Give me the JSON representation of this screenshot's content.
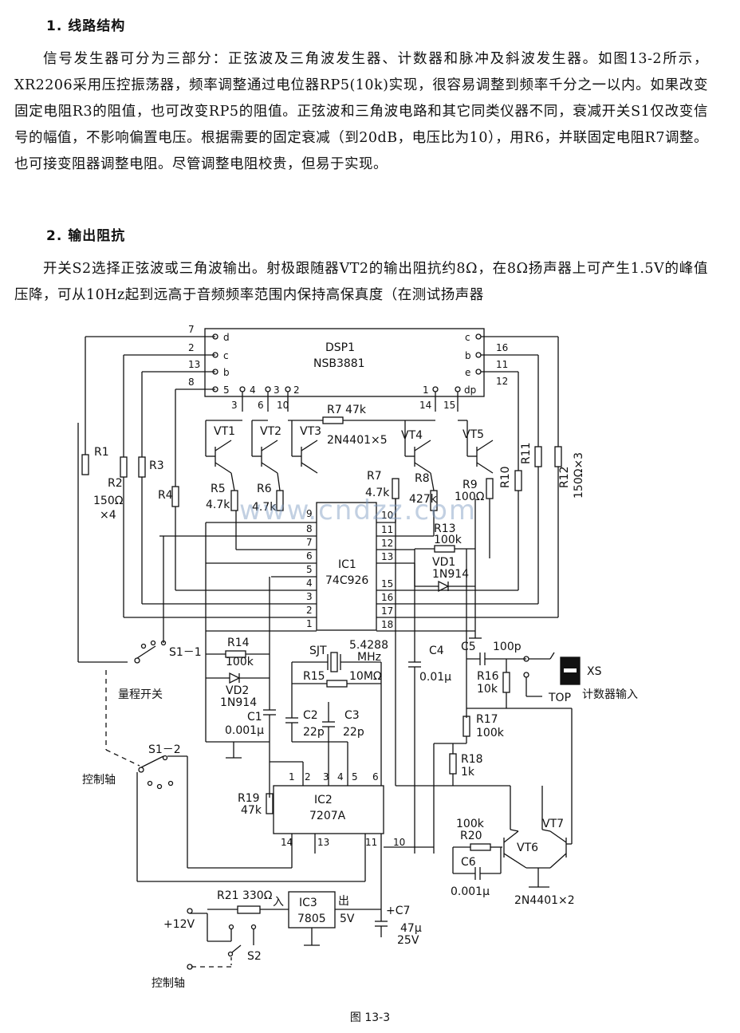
{
  "section1": {
    "heading": "1. 线路结构",
    "paragraph": "信号发生器可分为三部分：正弦波及三角波发生器、计数器和脉冲及斜波发生器。如图13-2所示，XR2206采用压控振荡器，频率调整通过电位器RP5(10k)实现，很容易调整到频率千分之一以内。如果改变固定电阻R3的阻值，也可改变RP5的阻值。正弦波和三角波电路和其它同类仪器不同，衰减开关S1仅改变信号的幅值，不影响偏置电压。根据需要的固定衰减（到20dB，电压比为10），用R6，并联固定电阻R7调整。也可接变阻器调整电阻。尽管调整电阻校贵，但易于实现。"
  },
  "section2": {
    "heading": "2. 输出阻抗",
    "paragraph": "开关S2选择正弦波或三角波输出。射极跟随器VT2的输出阻抗约8Ω，在8Ω扬声器上可产生1.5V的峰值压降，可从10Hz起到远高于音频频率范围内保持高保真度（在测试扬声器"
  },
  "figure": {
    "caption": "图 13-3",
    "watermark": "www.cndzz.com",
    "dsp": {
      "name": "DSP1",
      "part": "NSB3881"
    },
    "ic1": {
      "name": "IC1",
      "part": "74C926"
    },
    "ic2": {
      "name": "IC2",
      "part": "7207A"
    },
    "ic3": {
      "name": "IC3",
      "part": "7805",
      "in_label": "入",
      "out_label": "出",
      "out_voltage": "5V"
    },
    "transistors_top": [
      "VT1",
      "VT2",
      "VT3",
      "VT4",
      "VT5"
    ],
    "transistor_note_top": "2N4401×5",
    "transistors_bottom": [
      "VT6",
      "VT7"
    ],
    "transistor_note_bottom": "2N4401×2",
    "resistors": {
      "R1": "R1",
      "R2": "R2",
      "R2_value": "150Ω",
      "R2_count": "×4",
      "R3": "R3",
      "R4": "R4",
      "R5": "R5",
      "R5_value": "4.7k",
      "R6": "R6",
      "R6_value": "4.7k",
      "R7_top": "R7 47k",
      "R7": "R7",
      "R7_value": "4.7k",
      "R8": "R8",
      "R8_value": "427k",
      "R9": "R9",
      "R9_value": "100Ω",
      "R10": "R10",
      "R11": "R11",
      "R12": "R12",
      "R12_value": "150Ω×3",
      "R13": "R13",
      "R13_value": "100k",
      "R14": "R14",
      "R14_value": "100k",
      "R15": "R15",
      "R15_value": "10MΩ",
      "R16": "R16",
      "R16_value": "10k",
      "R17": "R17",
      "R17_value": "100k",
      "R18": "R18",
      "R18_value": "1k",
      "R19": "R19",
      "R19_value": "47k",
      "R20": "R20",
      "R20_value": "100k",
      "R21": "R21 330Ω"
    },
    "capacitors": {
      "C1": "C1",
      "C1_value": "0.001μ",
      "C2": "C2",
      "C2_value": "22p",
      "C3": "C3",
      "C3_value": "22p",
      "C4": "C4",
      "C4_value": "0.01μ",
      "C5": "C5",
      "C5_value": "100p",
      "C6": "C6",
      "C6_value": "0.001μ",
      "C7": "+C7",
      "C7_value": "47μ",
      "C7_voltage": "25V"
    },
    "diodes": {
      "VD1": "VD1",
      "VD1_part": "1N914",
      "VD2": "VD2",
      "VD2_part": "1N914"
    },
    "crystal": {
      "name": "SJT",
      "freq": "5.4288",
      "unit": "MHz"
    },
    "switches": {
      "S1_1": "S1－1",
      "S1_2": "S1－2",
      "S2": "S2",
      "range_switch": "量程开关",
      "control_shaft_1": "控制轴",
      "control_shaft_2": "控制轴"
    },
    "connector": {
      "name": "XS",
      "label": "计数器输入",
      "top_label": "TOP"
    },
    "supply": {
      "voltage": "+12V"
    },
    "dsp_pins_left": [
      "7",
      "2",
      "13",
      "8"
    ],
    "dsp_segs_left": [
      "d",
      "c",
      "b",
      "5"
    ],
    "dsp_top_pins": [
      "4",
      "3",
      "2",
      "1",
      "dp"
    ],
    "dsp_pins_right": [
      "16",
      "11",
      "12"
    ],
    "dsp_segs_right": [
      "c",
      "b",
      "e"
    ],
    "dsp_lower_pins": [
      "3",
      "6",
      "10",
      "14",
      "15"
    ],
    "ic1_left_pins": [
      "9",
      "8",
      "7",
      "6",
      "5",
      "4",
      "3",
      "2",
      "1"
    ],
    "ic1_right_pins": [
      "10",
      "11",
      "12",
      "13",
      "15",
      "16",
      "17",
      "18"
    ],
    "ic2_top_pins": [
      "1",
      "2",
      "3",
      "4",
      "5",
      "6"
    ],
    "ic2_bottom_pins": [
      "14",
      "13",
      "11",
      "10"
    ]
  }
}
